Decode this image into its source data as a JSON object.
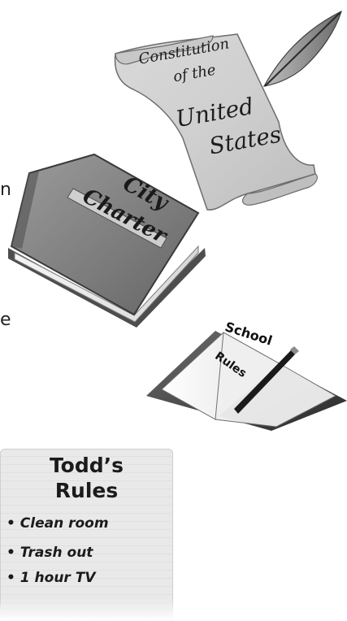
{
  "left_text_fragments": {
    "n": "n",
    "e": "e"
  },
  "constitution": {
    "line1": "Constitution",
    "line2": "of the",
    "line3": "United",
    "line4": "States"
  },
  "city_charter": {
    "line1": "City",
    "line2": "Charter"
  },
  "school_rules": {
    "line1": "School",
    "line2": "Rules"
  },
  "todds_rules": {
    "title_line1": "Todd’s",
    "title_line2": "Rules",
    "items": [
      "Clean room",
      "Trash out",
      "1 hour TV"
    ]
  },
  "colors": {
    "paper": "#e6e6e6",
    "book_cover": "#7b7b7b",
    "book_shadow": "#2e2e2e",
    "ink": "#1b1b1b"
  }
}
